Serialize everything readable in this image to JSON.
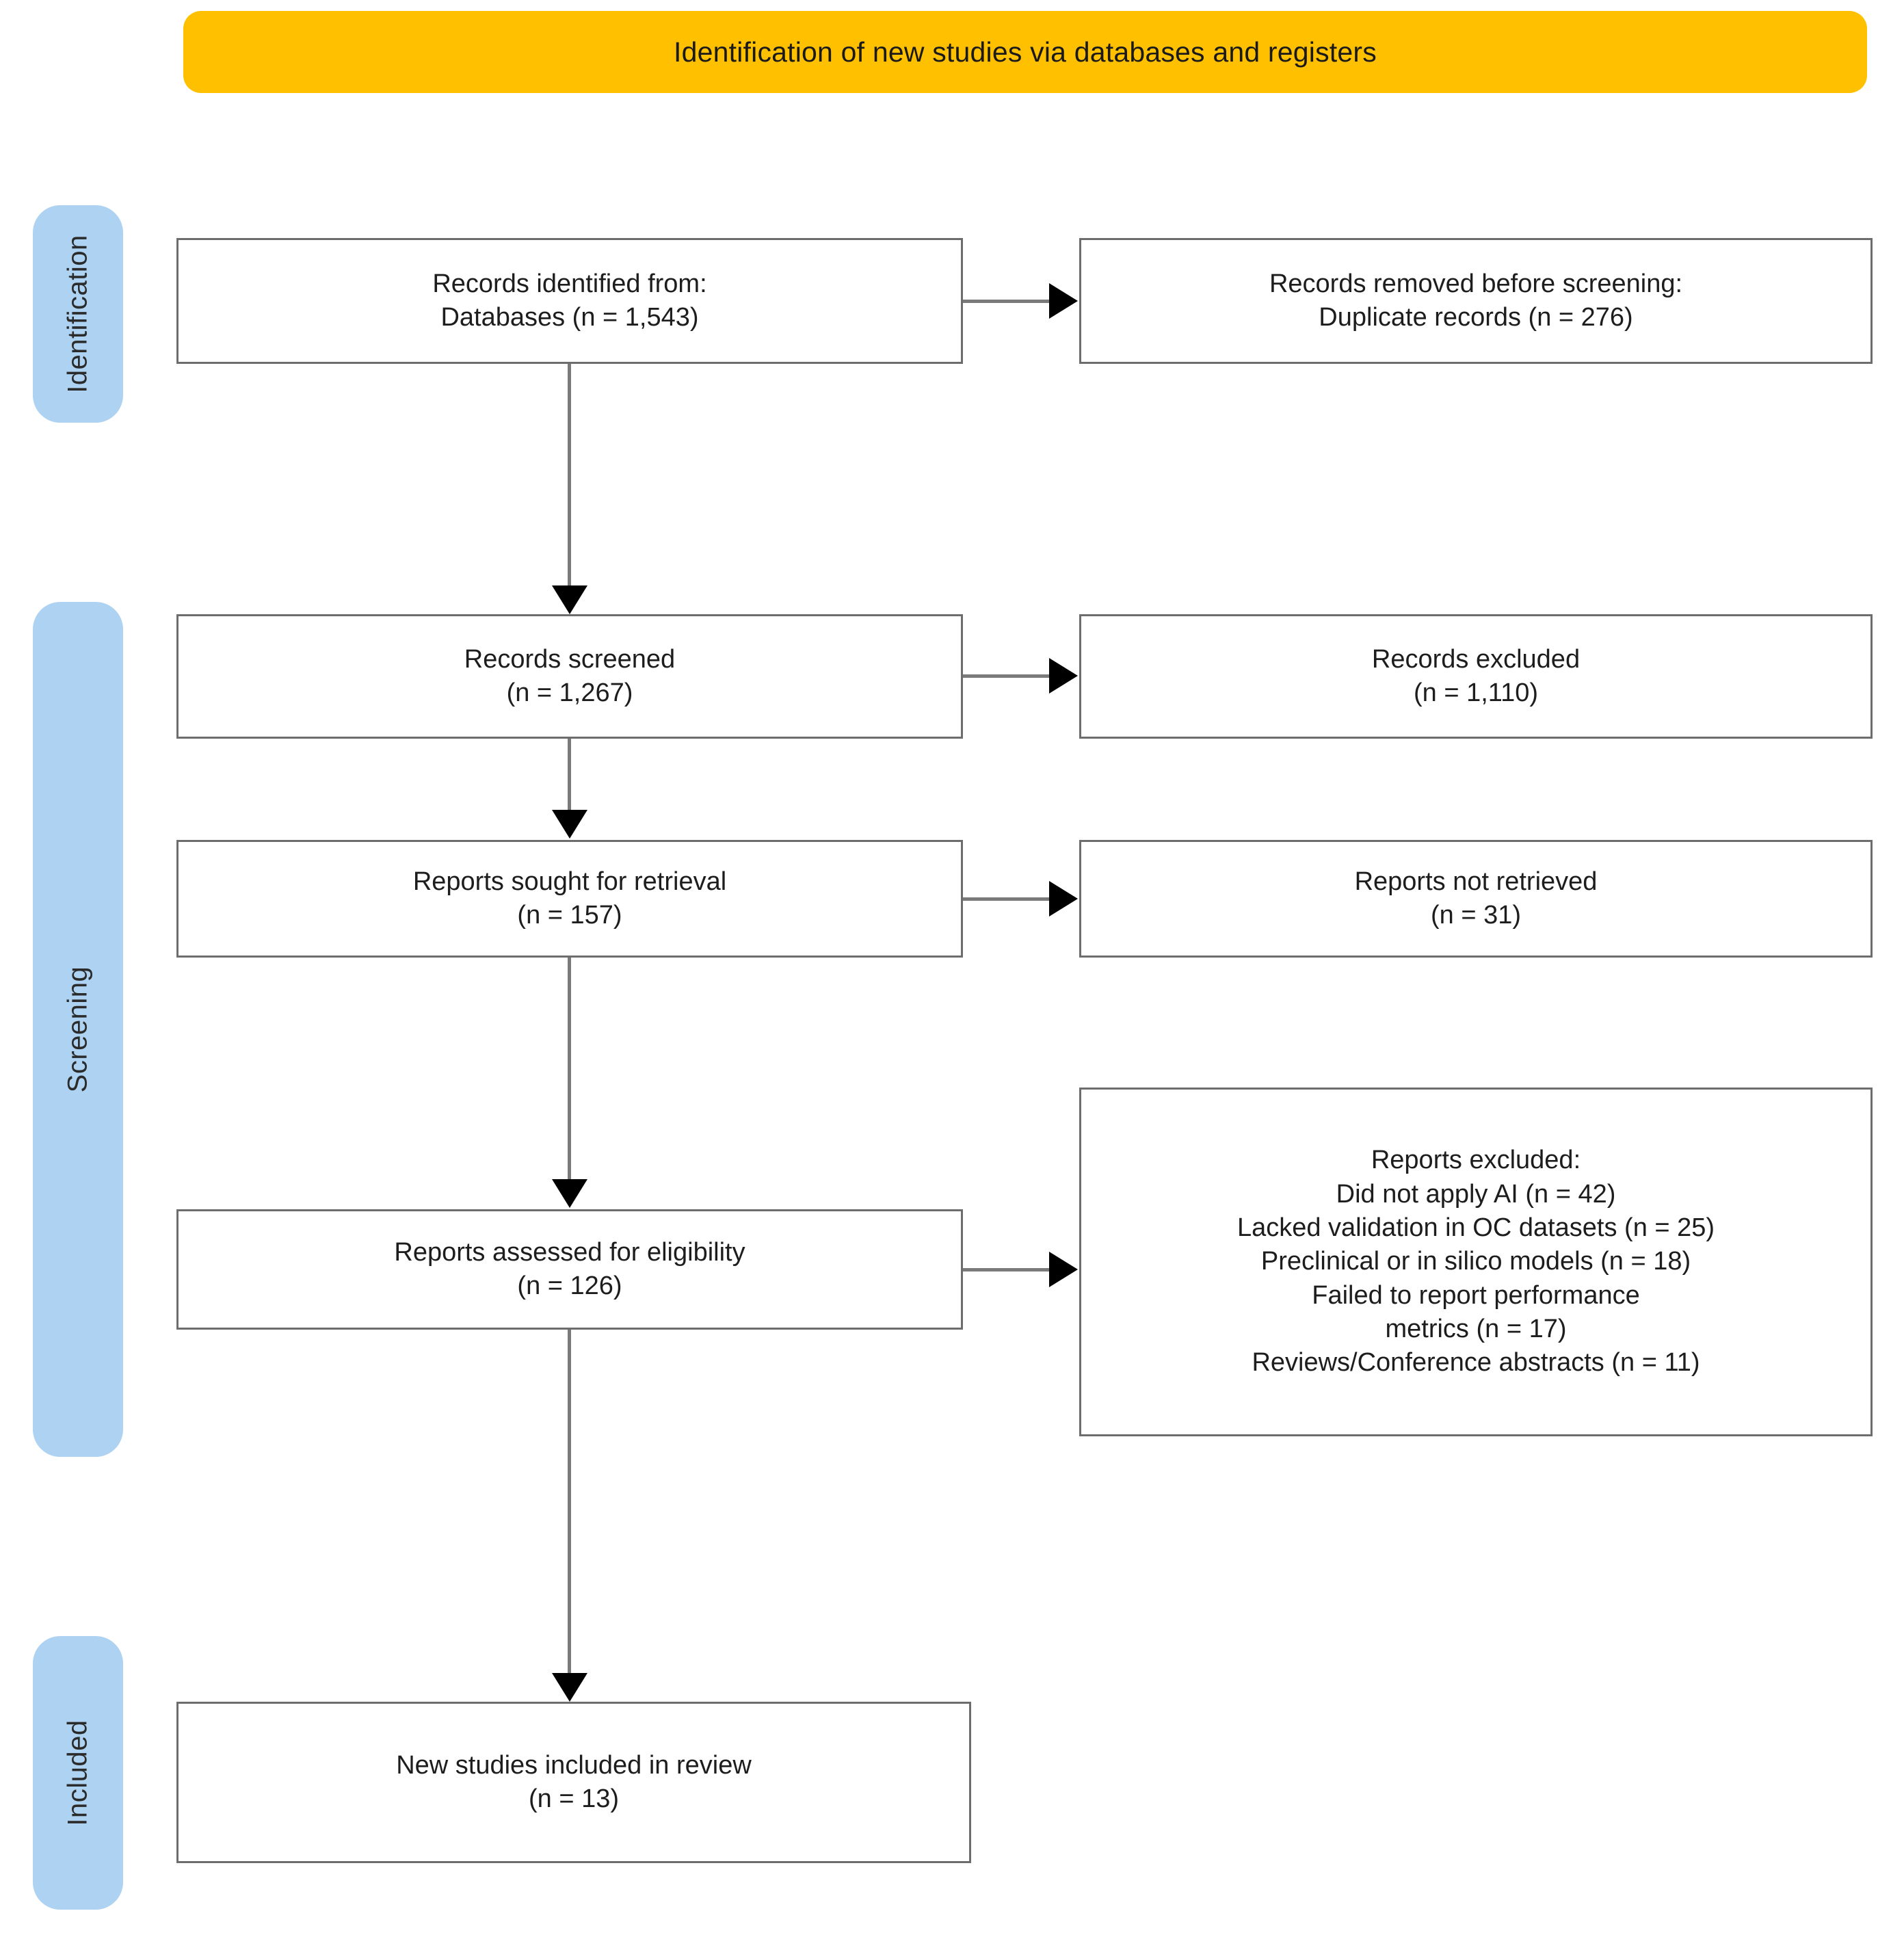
{
  "banner": {
    "title": "Identification of new studies via databases and registers",
    "color": "#FFC000"
  },
  "stages": {
    "color": "#AED2F2",
    "items": [
      {
        "id": "identification",
        "label": "Identification"
      },
      {
        "id": "screening",
        "label": "Screening"
      },
      {
        "id": "included",
        "label": "Included"
      }
    ]
  },
  "flow": {
    "identified": {
      "lines": [
        "Records identified from:",
        "Databases (n = 1,543)"
      ]
    },
    "removed": {
      "lines": [
        "Records removed before screening:",
        "Duplicate records (n = 276)"
      ]
    },
    "screened": {
      "lines": [
        "Records screened",
        "(n = 1,267)"
      ]
    },
    "excluded": {
      "lines": [
        "Records excluded",
        "(n = 1,110)"
      ]
    },
    "sought": {
      "lines": [
        "Reports sought for retrieval",
        "(n = 157)"
      ]
    },
    "not_retrieved": {
      "lines": [
        "Reports not retrieved",
        "(n = 31)"
      ]
    },
    "assessed": {
      "lines": [
        "Reports assessed for eligibility",
        "(n = 126)"
      ]
    },
    "reports_excluded": {
      "lines": [
        "Reports excluded:",
        "Did not apply AI (n = 42)",
        "Lacked validation in OC datasets (n = 25)",
        "Preclinical or in silico models (n = 18)",
        "Failed to report performance",
        "metrics (n = 17)",
        "Reviews/Conference abstracts (n = 11)"
      ]
    },
    "included_studies": {
      "lines": [
        "New studies included in review",
        "(n = 13)"
      ]
    }
  },
  "chart_data": {
    "type": "diagram",
    "title": "PRISMA 2020 flow diagram for new systematic reviews which included searches of databases and registers only",
    "nodes": [
      {
        "id": "identified",
        "stage": "Identification",
        "label": "Records identified from: Databases",
        "n": 1543
      },
      {
        "id": "removed",
        "stage": "Identification",
        "label": "Records removed before screening: Duplicate records",
        "n": 276
      },
      {
        "id": "screened",
        "stage": "Screening",
        "label": "Records screened",
        "n": 1267
      },
      {
        "id": "excluded",
        "stage": "Screening",
        "label": "Records excluded",
        "n": 1110
      },
      {
        "id": "sought",
        "stage": "Screening",
        "label": "Reports sought for retrieval",
        "n": 157
      },
      {
        "id": "not_retrieved",
        "stage": "Screening",
        "label": "Reports not retrieved",
        "n": 31
      },
      {
        "id": "assessed",
        "stage": "Screening",
        "label": "Reports assessed for eligibility",
        "n": 126
      },
      {
        "id": "reports_excluded",
        "stage": "Screening",
        "label": "Reports excluded",
        "reasons": [
          {
            "reason": "Did not apply AI",
            "n": 42
          },
          {
            "reason": "Lacked validation in OC datasets",
            "n": 25
          },
          {
            "reason": "Preclinical or in silico models",
            "n": 18
          },
          {
            "reason": "Failed to report performance metrics",
            "n": 17
          },
          {
            "reason": "Reviews/Conference abstracts",
            "n": 11
          }
        ]
      },
      {
        "id": "included_studies",
        "stage": "Included",
        "label": "New studies included in review",
        "n": 13
      }
    ],
    "edges": [
      {
        "from": "identified",
        "to": "removed",
        "direction": "right"
      },
      {
        "from": "identified",
        "to": "screened",
        "direction": "down"
      },
      {
        "from": "screened",
        "to": "excluded",
        "direction": "right"
      },
      {
        "from": "screened",
        "to": "sought",
        "direction": "down"
      },
      {
        "from": "sought",
        "to": "not_retrieved",
        "direction": "right"
      },
      {
        "from": "sought",
        "to": "assessed",
        "direction": "down"
      },
      {
        "from": "assessed",
        "to": "reports_excluded",
        "direction": "right"
      },
      {
        "from": "assessed",
        "to": "included_studies",
        "direction": "down"
      }
    ]
  }
}
